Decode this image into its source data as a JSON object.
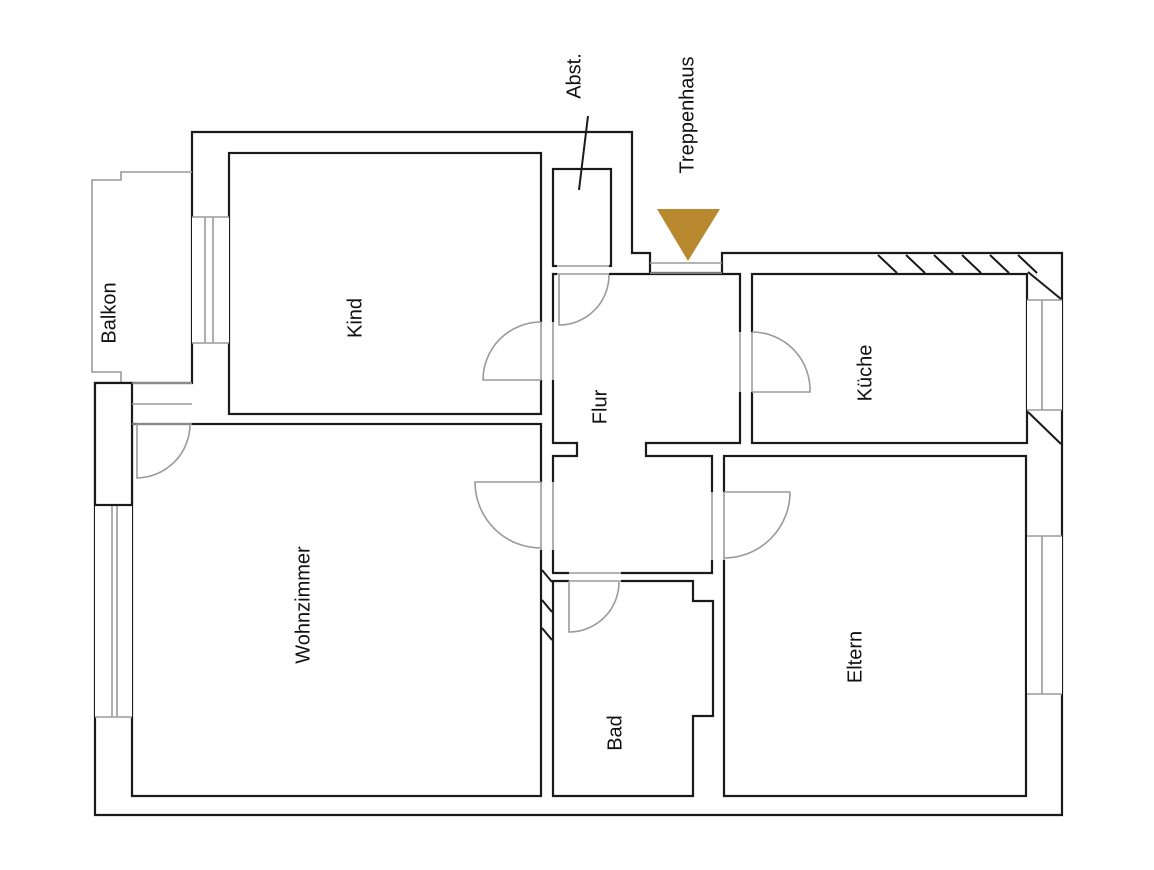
{
  "rooms": {
    "balkon": "Balkon",
    "kind": "Kind",
    "abst": "Abst.",
    "treppenhaus": "Treppenhaus",
    "flur": "Flur",
    "kueche": "Küche",
    "wohnzimmer": "Wohnzimmer",
    "bad": "Bad",
    "eltern": "Eltern"
  },
  "colors": {
    "entrance_marker": "#b8892f",
    "wall": "#1a1a1a",
    "fixture": "#9a9a9a"
  },
  "icons": {
    "entrance": "entrance-arrow-icon"
  }
}
